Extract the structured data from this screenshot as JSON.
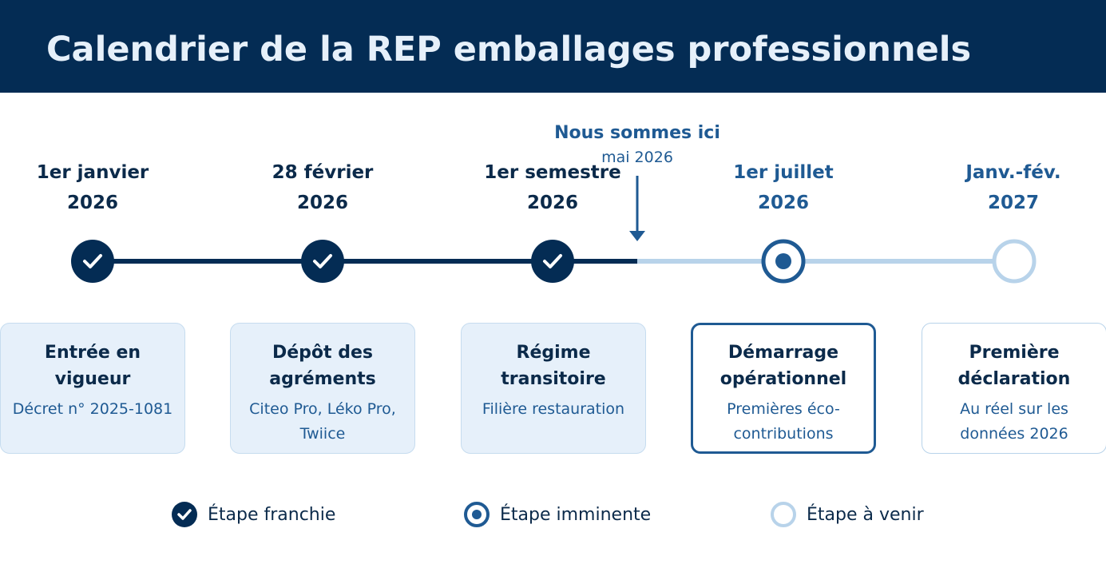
{
  "title": "Calendrier de la REP emballages professionnels",
  "marker": {
    "label": "Nous sommes ici",
    "date": "mai 2026"
  },
  "milestones": [
    {
      "date_line1": "1er janvier",
      "date_line2": "2026",
      "status": "franchie",
      "title": "Entrée en vigueur",
      "description": "Décret n° 2025-1081"
    },
    {
      "date_line1": "28 février",
      "date_line2": "2026",
      "status": "franchie",
      "title": "Dépôt des agréments",
      "description": "Citeo Pro, Léko Pro, Twiice"
    },
    {
      "date_line1": "1er semestre",
      "date_line2": "2026",
      "status": "franchie",
      "title": "Régime transitoire",
      "description": "Filière restauration"
    },
    {
      "date_line1": "1er juillet",
      "date_line2": "2026",
      "status": "imminente",
      "title": "Démarrage opérationnel",
      "description": "Premières éco-contributions"
    },
    {
      "date_line1": "Janv.-fév.",
      "date_line2": "2027",
      "status": "à venir",
      "title": "Première déclaration",
      "description": "Au réel sur les données 2026"
    }
  ],
  "legend": [
    {
      "label": "Étape franchie"
    },
    {
      "label": "Étape imminente"
    },
    {
      "label": "Étape à venir"
    }
  ],
  "colors": {
    "header_bg": "#042c54",
    "dark_navy": "#0b2a4a",
    "accent_blue": "#1f5a93",
    "light_blue": "#b8d3ea",
    "card_bg": "#e6f0fa"
  }
}
